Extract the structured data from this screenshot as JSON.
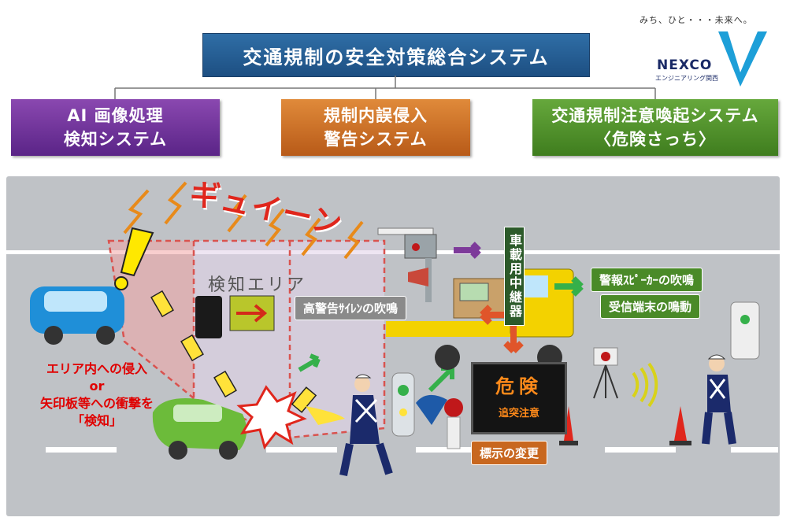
{
  "header": {
    "tagline": "みち、ひと・・・未来へ。",
    "logo_word": "NEXCO",
    "logo_sub": "エンジニアリング関西",
    "title": "交通規制の安全対策総合システム"
  },
  "systems": {
    "ai": {
      "line1": "AI 画像処理",
      "line2": "検知システム"
    },
    "warn": {
      "line1": "規制内誤侵入",
      "line2": "警告システム"
    },
    "kiken": {
      "line1": "交通規制注意喚起システム",
      "line2": "〈危険さっち〉"
    }
  },
  "scene": {
    "caption": {
      "line1": "エリア内への侵入",
      "line2": "or",
      "line3": "矢印板等への衝撃を",
      "line4": "「検知」"
    },
    "detect_area": "検知エリア",
    "sound_effect": "ギュイーン",
    "siren_label": "高警告ｻｲﾚﾝの吹鳴",
    "relay_label": "車載用中継器",
    "speaker_label": "警報ｽﾋﾟｰｶｰの吹鳴",
    "receiver_label": "受信端末の鳴動",
    "sign_change_label": "標示の変更",
    "vms_top": "危険",
    "vms_bottom": "追突注意"
  },
  "colors": {
    "purple": "#6a2f95",
    "orange": "#c8671f",
    "green": "#4a8a28",
    "blue": "#1f5a92",
    "alert_red": "#e00000"
  }
}
